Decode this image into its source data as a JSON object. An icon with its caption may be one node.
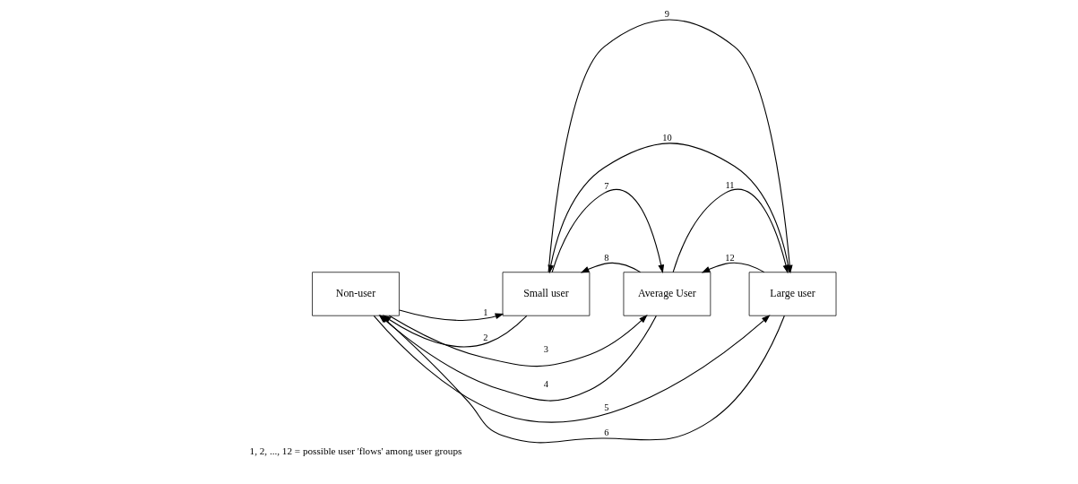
{
  "diagram": {
    "nodes": [
      {
        "text": [
          "Non-user"
        ]
      },
      {
        "text": [
          "Small user"
        ]
      },
      {
        "text": [
          "Average User"
        ]
      },
      {
        "text": [
          "Large user"
        ]
      }
    ],
    "edges": [
      {
        "from": 0,
        "to": 1,
        "arrow": "to",
        "label": "1"
      },
      {
        "from": 1,
        "to": 0,
        "arrow": "to",
        "label": "2"
      },
      {
        "from": 0,
        "to": 2,
        "arrow": "to",
        "label": "3"
      },
      {
        "from": 2,
        "to": 0,
        "arrow": "to",
        "label": "4"
      },
      {
        "from": 0,
        "to": 3,
        "arrow": "to",
        "label": "5"
      },
      {
        "from": 3,
        "to": 0,
        "arrow": "to",
        "label": "6"
      },
      {
        "from": 1,
        "to": 2,
        "arrow": "to",
        "label": "7"
      },
      {
        "from": 2,
        "to": 1,
        "arrow": "to",
        "label": "8"
      },
      {
        "from": 1,
        "to": 3,
        "arrow": "to",
        "label": "9"
      },
      {
        "from": 3,
        "to": 1,
        "arrow": "to",
        "label": "10"
      },
      {
        "from": 2,
        "to": 3,
        "arrow": "to",
        "label": "11"
      },
      {
        "from": 3,
        "to": 2,
        "arrow": "to",
        "label": "12"
      }
    ],
    "labels": [
      "1, 2, ..., 12 = possible user 'flows' among user groups"
    ]
  }
}
